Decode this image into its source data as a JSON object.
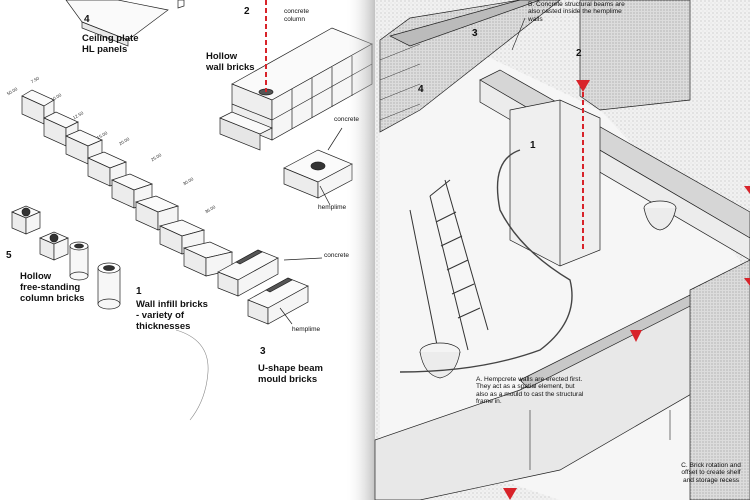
{
  "left_panel": {
    "group_4": {
      "number": "4",
      "title_line1": "Ceiling plate",
      "title_line2": "HL panels"
    },
    "group_2": {
      "number": "2",
      "title_line1": "Hollow",
      "title_line2": "wall bricks",
      "label_concrete_column_1": "concrete",
      "label_concrete_column_2": "column",
      "label_concrete": "concrete",
      "label_hemplime": "hemplime"
    },
    "group_1": {
      "number": "1",
      "title_line1": "Wall infill bricks",
      "title_line2": "- variety of",
      "title_line3": "thicknesses",
      "dimensions": [
        "50.00",
        "7.50",
        "10.00",
        "12.50",
        "15.00",
        "20.00",
        "25.00",
        "30.00",
        "36.00"
      ]
    },
    "group_5": {
      "number": "5",
      "title_line1": "Hollow",
      "title_line2": "free-standing",
      "title_line3": "column bricks"
    },
    "group_3": {
      "number": "3",
      "title_line1": "U-shape beam",
      "title_line2": "mould bricks",
      "label_concrete": "concrete",
      "label_hemplime": "hemplime"
    }
  },
  "right_panel": {
    "markers": {
      "n4": "4",
      "n3": "3",
      "n2": "2",
      "n1": "1"
    },
    "note_b": "B. Concrete structural beams are also casted inside the hemplime walls",
    "note_a": "A. Hempcrete walls are erected first. They act as a spatial element, but also as a mould to cast the structural frame in.",
    "note_c": "C.  Brick rotation and offset to create shelf and storage recess"
  },
  "colors": {
    "accent_red": "#d8232a",
    "line": "#222222",
    "paper": "#ffffff",
    "shade": "#e6e6e6"
  }
}
